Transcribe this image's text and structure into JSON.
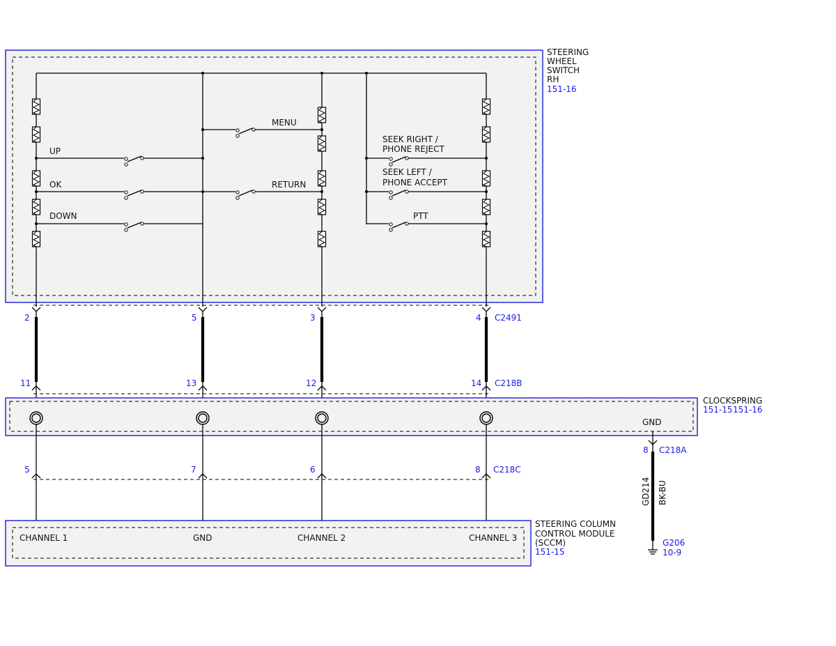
{
  "components": {
    "steering_switch": {
      "lines": [
        "STEERING",
        "WHEEL",
        "SWITCH",
        "RH"
      ],
      "ref": "151-16"
    },
    "clockspring": {
      "name": "CLOCKSPRING",
      "ref1": "151-15",
      "ref2": "151-16",
      "gnd": "GND"
    },
    "sccm": {
      "lines": [
        "STEERING COLUMN",
        "CONTROL MODULE",
        "(SCCM)"
      ],
      "ref": "151-15"
    }
  },
  "switch_labels": {
    "up": "UP",
    "ok": "OK",
    "down": "DOWN",
    "menu": "MENU",
    "return": "RETURN",
    "seek_right_1": "SEEK RIGHT /",
    "seek_right_2": "PHONE REJECT",
    "seek_left_1": "SEEK LEFT /",
    "seek_left_2": "PHONE ACCEPT",
    "ptt": "PTT"
  },
  "connectors": {
    "c2491": {
      "name": "C2491",
      "pins": [
        "2",
        "5",
        "3",
        "4"
      ]
    },
    "c218b": {
      "name": "C218B",
      "pins": [
        "11",
        "13",
        "12",
        "14"
      ]
    },
    "c218c": {
      "name": "C218C",
      "pins": [
        "5",
        "7",
        "6",
        "8"
      ]
    },
    "c218a": {
      "name": "C218A",
      "pin": "8"
    }
  },
  "ground_wire": {
    "circuit": "GD214",
    "color": "BK-BU",
    "ground": "G206",
    "ref": "10-9"
  },
  "sccm_pins": [
    "CHANNEL 1",
    "GND",
    "CHANNEL 2",
    "CHANNEL 3"
  ]
}
